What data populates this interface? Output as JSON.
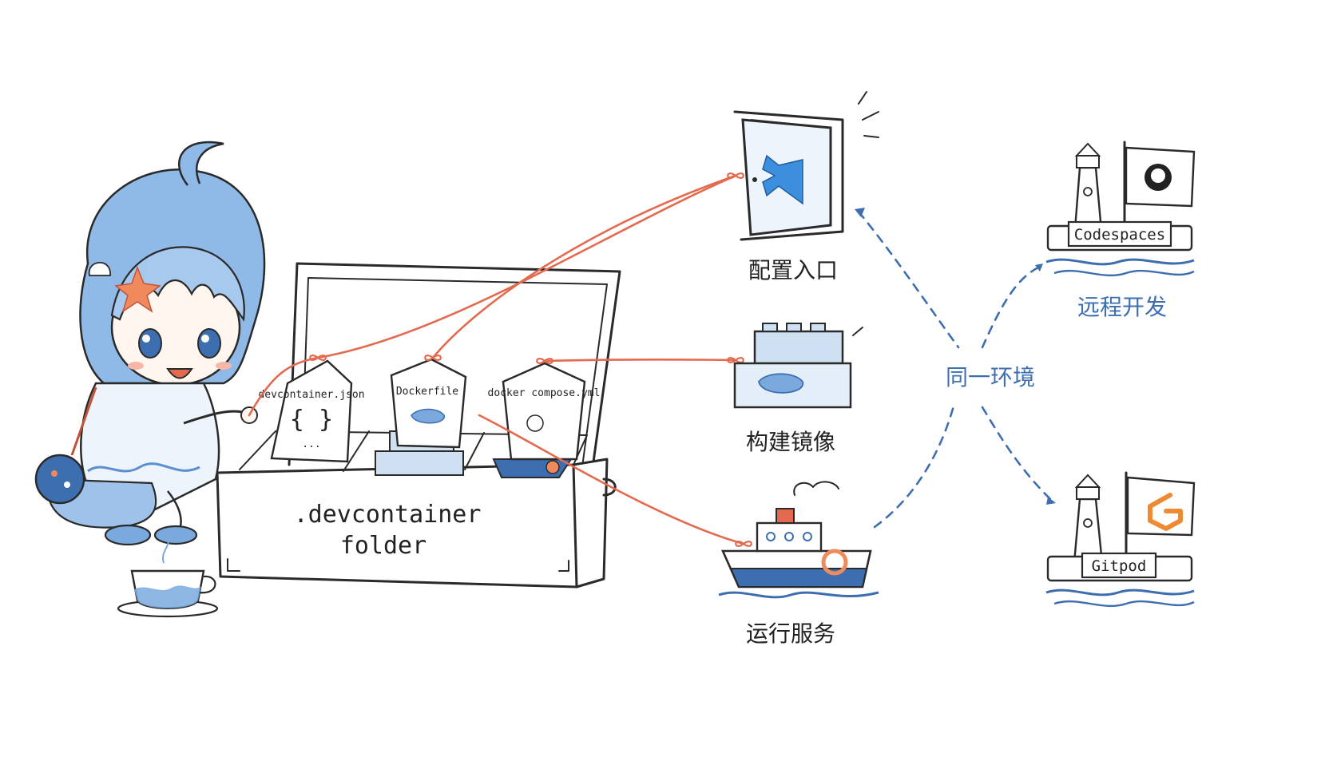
{
  "box": {
    "label_line1": ".devcontainer",
    "label_line2": "folder"
  },
  "tags": {
    "devcontainer": "devcontainer.json",
    "devcontainer_body": "{ }",
    "devcontainer_dots": "...",
    "dockerfile": "Dockerfile",
    "compose": "docker compose.yml"
  },
  "targets": {
    "config_entry": "配置入口",
    "build_image": "构建镜像",
    "run_services": "运行服务"
  },
  "center": {
    "same_env": "同一环境"
  },
  "remote": {
    "title": "远程开发",
    "codespaces": "Codespaces",
    "gitpod": "Gitpod"
  },
  "colors": {
    "string": "#e36a4f",
    "accent_blue": "#3d6fb0",
    "light_blue": "#cfe0f3",
    "ink": "#2a2a2a",
    "vscode_blue": "#3b8fdc",
    "gitpod_orange": "#f08a32"
  },
  "icons": {
    "door": "vscode-door-icon",
    "blocks": "docker-blocks-icon",
    "ship": "ship-icon",
    "github": "github-icon",
    "gitpod": "gitpod-icon",
    "lighthouse": "lighthouse-icon"
  }
}
